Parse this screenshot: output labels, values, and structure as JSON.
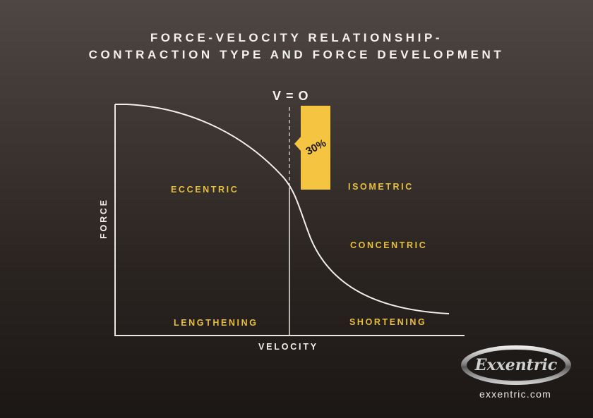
{
  "title": {
    "line1": "FORCE-VELOCITY RELATIONSHIP-",
    "line2": "CONTRACTION TYPE AND FORCE DEVELOPMENT"
  },
  "axes": {
    "y_label": "FORCE",
    "x_label": "VELOCITY"
  },
  "marker": {
    "v_zero_label": "V = O",
    "percent_label": "30%"
  },
  "regions": {
    "eccentric": "ECCENTRIC",
    "isometric": "ISOMETRIC",
    "concentric": "CONCENTRIC",
    "lengthening": "LENGTHENING",
    "shortening": "SHORTENING"
  },
  "brand": {
    "logo_text": "Exxentric",
    "website": "exxentric.com"
  },
  "colors": {
    "accent": "#f5c542",
    "label": "#e8bf3c",
    "line": "#f2efea"
  },
  "chart_data": {
    "type": "line",
    "title": "Force-Velocity Relationship - Contraction Type and Force Development",
    "xlabel": "Velocity",
    "ylabel": "Force",
    "annotations": [
      "V = O",
      "30%",
      "ECCENTRIC",
      "ISOMETRIC",
      "CONCENTRIC",
      "LENGTHENING",
      "SHORTENING"
    ],
    "x": [
      -1.0,
      -0.75,
      -0.5,
      -0.25,
      0.0,
      0.1,
      0.25,
      0.5,
      0.75,
      0.9
    ],
    "values": [
      1.0,
      0.97,
      0.89,
      0.74,
      0.64,
      0.47,
      0.25,
      0.12,
      0.07,
      0.06
    ],
    "notes": "Eccentric force plateau ~30% above isometric force at V=0"
  }
}
